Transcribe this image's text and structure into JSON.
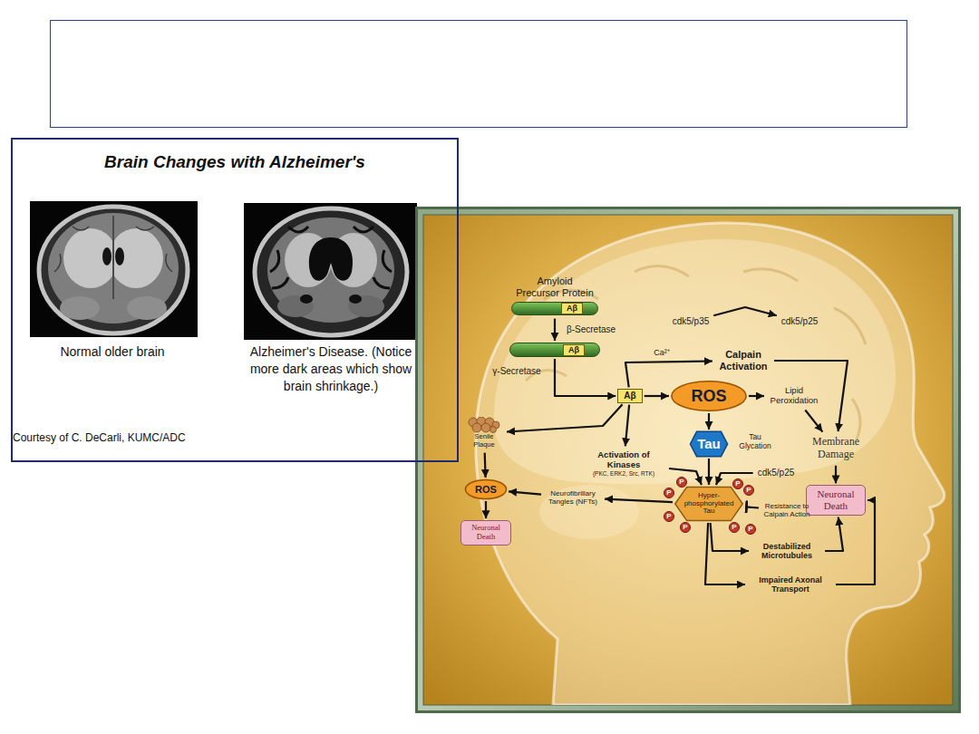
{
  "diagram": {
    "nodes": [
      {
        "text": [
          "Brain Changes with Alzheimer's"
        ]
      },
      {
        "text": [
          "Amyloid Precursor Protein",
          "Aβ"
        ]
      },
      {
        "text": [
          "Aβ"
        ]
      },
      {
        "text": [
          "Aβ"
        ]
      },
      {
        "text": [
          "cdk5/p35"
        ]
      },
      {
        "text": [
          "cdk5/p25"
        ]
      },
      {
        "text": [
          "Calpain Activation"
        ]
      },
      {
        "text": [
          "ROS"
        ]
      },
      {
        "text": [
          "Lipid Peroxidation"
        ]
      },
      {
        "text": [
          "Membrane Damage"
        ]
      },
      {
        "text": [
          "Neuronal Death"
        ]
      },
      {
        "text": [
          "Senile Plaque"
        ]
      },
      {
        "text": [
          "Activation of Kinases",
          "(PKC, ERK2, Src, RTK)"
        ]
      },
      {
        "text": [
          "Tau"
        ]
      },
      {
        "text": [
          "cdk5/p25"
        ]
      },
      {
        "text": [
          "ROS"
        ]
      },
      {
        "text": [
          "Neuronal Death"
        ]
      },
      {
        "text": [
          "Neurofibrillary Tangles (NFTs)"
        ]
      },
      {
        "text": [
          "Hyper-phosphorylated Tau"
        ]
      },
      {
        "text": [
          "Resistance to Calpain Action"
        ]
      },
      {
        "text": [
          "Destabilized Microtubules"
        ]
      },
      {
        "text": [
          "Impaired Axonal Transport"
        ]
      }
    ],
    "edges": [
      {
        "from": 1,
        "to": 2,
        "arrow": "to",
        "label": "β-Secretase"
      },
      {
        "from": 2,
        "to": 3,
        "arrow": "to",
        "label": "γ-Secretase"
      },
      {
        "from": 3,
        "to": 6,
        "arrow": "to",
        "label": "Ca²⁺"
      },
      {
        "from": 4,
        "to": 5,
        "arrow": "to"
      },
      {
        "from": 3,
        "to": 7,
        "arrow": "to"
      },
      {
        "from": 7,
        "to": 8,
        "arrow": "to"
      },
      {
        "from": 6,
        "to": 9,
        "arrow": "to"
      },
      {
        "from": 8,
        "to": 9,
        "arrow": "to"
      },
      {
        "from": 9,
        "to": 10,
        "arrow": "to"
      },
      {
        "from": 7,
        "to": 13,
        "arrow": "to",
        "label": "Tau Glycation"
      },
      {
        "from": 3,
        "to": 11,
        "arrow": "to"
      },
      {
        "from": 3,
        "to": 12,
        "arrow": "to"
      },
      {
        "from": 11,
        "to": 15,
        "arrow": "to"
      },
      {
        "from": 15,
        "to": 16,
        "arrow": "to"
      },
      {
        "from": 13,
        "to": 18,
        "arrow": "to"
      },
      {
        "from": 14,
        "to": 18,
        "arrow": "to"
      },
      {
        "from": 12,
        "to": 18,
        "arrow": "to"
      },
      {
        "from": 18,
        "to": 17,
        "arrow": "to"
      },
      {
        "from": 17,
        "to": 15,
        "arrow": "to"
      },
      {
        "from": 19,
        "to": 18,
        "arrow": "to"
      },
      {
        "from": 18,
        "to": 20,
        "arrow": "to"
      },
      {
        "from": 18,
        "to": 21,
        "arrow": "to"
      },
      {
        "from": 20,
        "to": 10,
        "arrow": "to"
      },
      {
        "from": 21,
        "to": 10,
        "arrow": "to"
      }
    ],
    "labels": [
      "Normal older brain",
      "Alzheimer's Disease. (Notice more dark areas which show brain shrinkage.)",
      "Courtesy of C. DeCarli, KUMC/ADC",
      "P",
      "P",
      "P",
      "P",
      "P",
      "P",
      "P",
      "P"
    ]
  }
}
